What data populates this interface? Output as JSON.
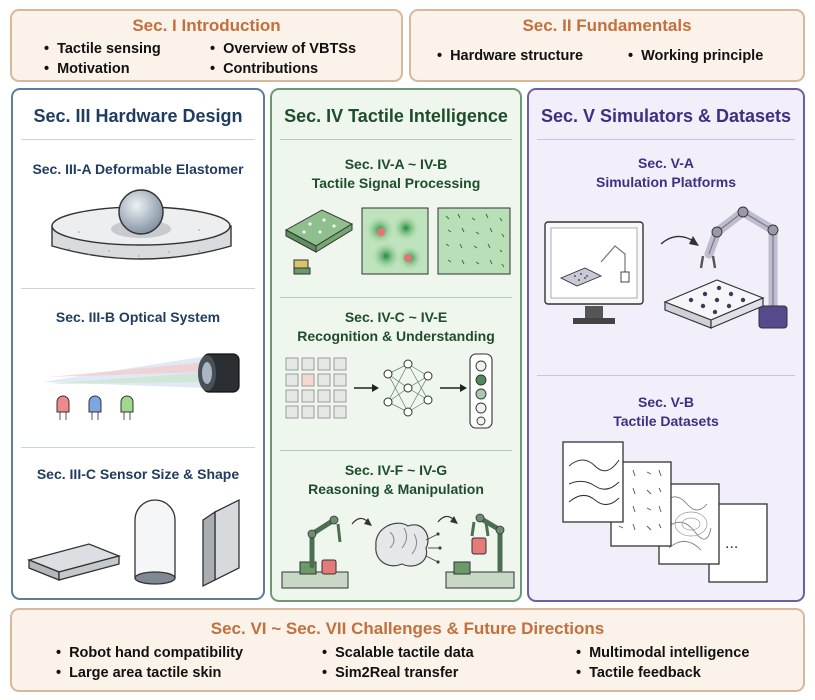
{
  "sec1": {
    "title": "Sec. I  Introduction",
    "bullets": [
      "Tactile sensing",
      "Overview of VBTSs",
      "Motivation",
      "Contributions"
    ]
  },
  "sec2": {
    "title": "Sec. II  Fundamentals",
    "bullets": [
      "Hardware structure",
      "Working principle"
    ]
  },
  "sec3": {
    "title": "Sec. III  Hardware Design",
    "a": "Sec. III-A Deformable Elastomer",
    "b": "Sec. III-B Optical System",
    "c": "Sec. III-C Sensor Size & Shape"
  },
  "sec4": {
    "title": "Sec. IV  Tactile Intelligence",
    "ab1": "Sec. IV-A ~ IV-B",
    "ab2": "Tactile Signal Processing",
    "ce1": "Sec. IV-C ~ IV-E",
    "ce2": "Recognition & Understanding",
    "fg1": "Sec. IV-F ~ IV-G",
    "fg2": "Reasoning & Manipulation"
  },
  "sec5": {
    "title": "Sec. V Simulators & Datasets",
    "a1": "Sec. V-A",
    "a2": "Simulation Platforms",
    "b1": "Sec. V-B",
    "b2": "Tactile Datasets",
    "ellipsis": "..."
  },
  "sec6": {
    "title": "Sec. VI ~ Sec. VII  Challenges & Future Directions",
    "bullets": [
      "Robot hand compatibility",
      "Scalable tactile data",
      "Multimodal intelligence",
      "Large area  tactile skin",
      "Sim2Real transfer",
      "Tactile feedback"
    ]
  },
  "colors": {
    "tan_border": "#d9b79c",
    "tan_title": "#c2703d",
    "blue_border": "#5d7d9c",
    "blue_title": "#213c61",
    "green_border": "#6d9878",
    "green_title": "#1f4d2c",
    "purple_border": "#6e5fa5",
    "purple_title": "#3f2f82"
  }
}
